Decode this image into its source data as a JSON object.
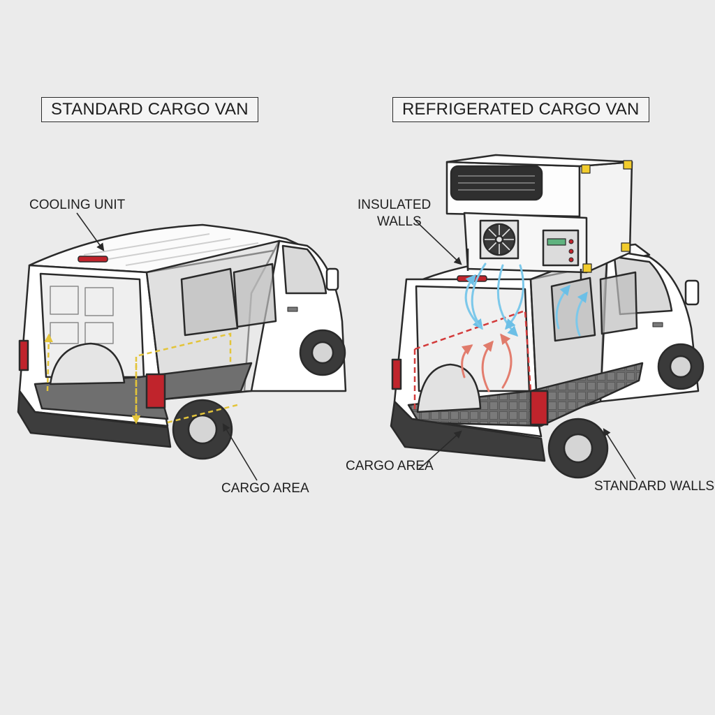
{
  "panels": {
    "left": {
      "title": "STANDARD CARGO VAN"
    },
    "right": {
      "title": "REFRIGERATED CARGO VAN"
    }
  },
  "callouts": {
    "cooling_unit": "COOLING UNIT",
    "insulated_walls": [
      "INSULATED",
      "WALLS"
    ],
    "cargo_area_left": "CARGO AREA",
    "cargo_area_right": "CARGO AREA",
    "standard_walls": "STANDARD WALLS"
  },
  "colors": {
    "background": "#ebebeb",
    "van_body": "#ffffff",
    "outline": "#2a2a2a",
    "floor": "#6f6f6f",
    "tire": "#3a3a3a",
    "tail_light": "#c0242c",
    "route_marker": "#e8c93a",
    "cold_air": "#7cc8ea",
    "warm_air": "#e37d6e",
    "insulation_line": "#d33a3a",
    "unit_corner": "#f2cc2c"
  },
  "icons": [
    "fan-icon",
    "vent-grille-icon",
    "control-panel-icon",
    "airflow-arrow-icon"
  ]
}
